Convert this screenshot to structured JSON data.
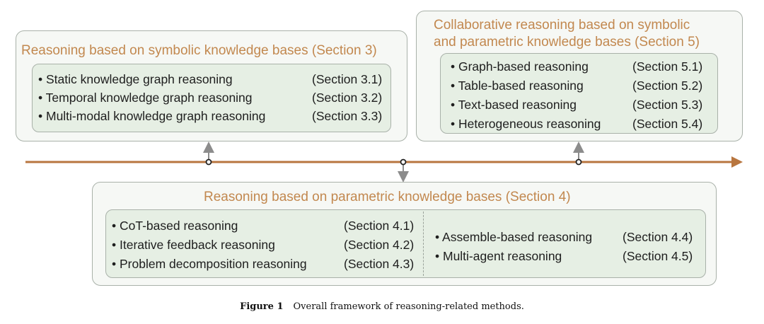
{
  "section3": {
    "title": "Reasoning based on symbolic knowledge bases (Section 3)",
    "items": [
      {
        "label": "• Static knowledge graph reasoning",
        "section": "(Section 3.1)"
      },
      {
        "label": "• Temporal knowledge graph reasoning",
        "section": "(Section 3.2)"
      },
      {
        "label": "• Multi-modal knowledge graph reasoning",
        "section": "(Section 3.3)"
      }
    ]
  },
  "section5": {
    "title_line1": "Collaborative reasoning based on symbolic",
    "title_line2": "and parametric knowledge bases (Section 5)",
    "items": [
      {
        "label": "• Graph-based reasoning",
        "section": "(Section 5.1)"
      },
      {
        "label": "• Table-based reasoning",
        "section": "(Section 5.2)"
      },
      {
        "label": "• Text-based reasoning",
        "section": "(Section 5.3)"
      },
      {
        "label": "• Heterogeneous reasoning",
        "section": "(Section 5.4)"
      }
    ]
  },
  "section4": {
    "title": "Reasoning based on parametric knowledge bases (Section 4)",
    "left_items": [
      {
        "label": "• CoT-based reasoning",
        "section": "(Section 4.1)"
      },
      {
        "label": "• Iterative feedback reasoning",
        "section": "(Section 4.2)"
      },
      {
        "label": "• Problem decomposition reasoning",
        "section": "(Section 4.3)"
      }
    ],
    "right_items": [
      {
        "label": "• Assemble-based reasoning",
        "section": "(Section 4.4)"
      },
      {
        "label": "• Multi-agent reasoning",
        "section": "(Section 4.5)"
      }
    ]
  },
  "caption": {
    "label": "Figure 1",
    "text": "Overall framework of reasoning-related methods."
  },
  "colors": {
    "timeline": "#b8763f",
    "title_text": "#c2884f",
    "connector": "#8c8c8c",
    "outer_fill": "#f6f8f5",
    "inner_fill": "#e6efe4"
  }
}
